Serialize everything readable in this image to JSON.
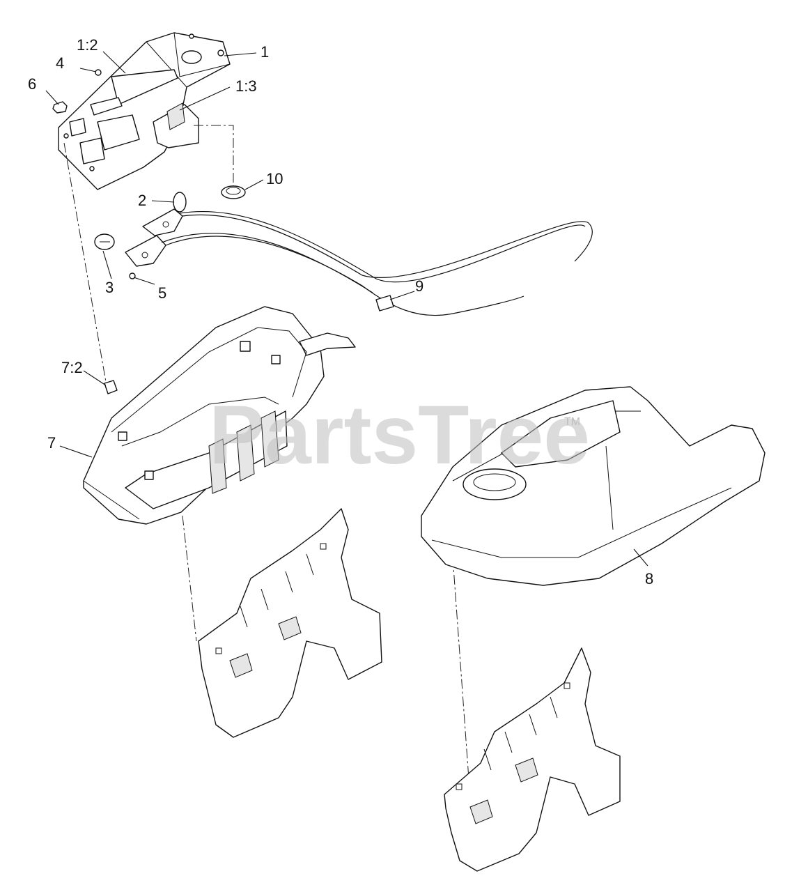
{
  "watermark": {
    "text": "PartsTree",
    "trademark": "TM"
  },
  "callouts": [
    {
      "id": "1",
      "label": "1"
    },
    {
      "id": "1-2",
      "label": "1:2"
    },
    {
      "id": "1-3",
      "label": "1:3"
    },
    {
      "id": "2",
      "label": "2"
    },
    {
      "id": "3",
      "label": "3"
    },
    {
      "id": "4",
      "label": "4"
    },
    {
      "id": "5",
      "label": "5"
    },
    {
      "id": "6",
      "label": "6"
    },
    {
      "id": "7",
      "label": "7"
    },
    {
      "id": "7-2",
      "label": "7:2"
    },
    {
      "id": "8",
      "label": "8"
    },
    {
      "id": "9",
      "label": "9"
    },
    {
      "id": "10",
      "label": "10"
    }
  ],
  "colors": {
    "line": "#111111",
    "watermark": "#bdbdbd",
    "background": "#ffffff"
  }
}
